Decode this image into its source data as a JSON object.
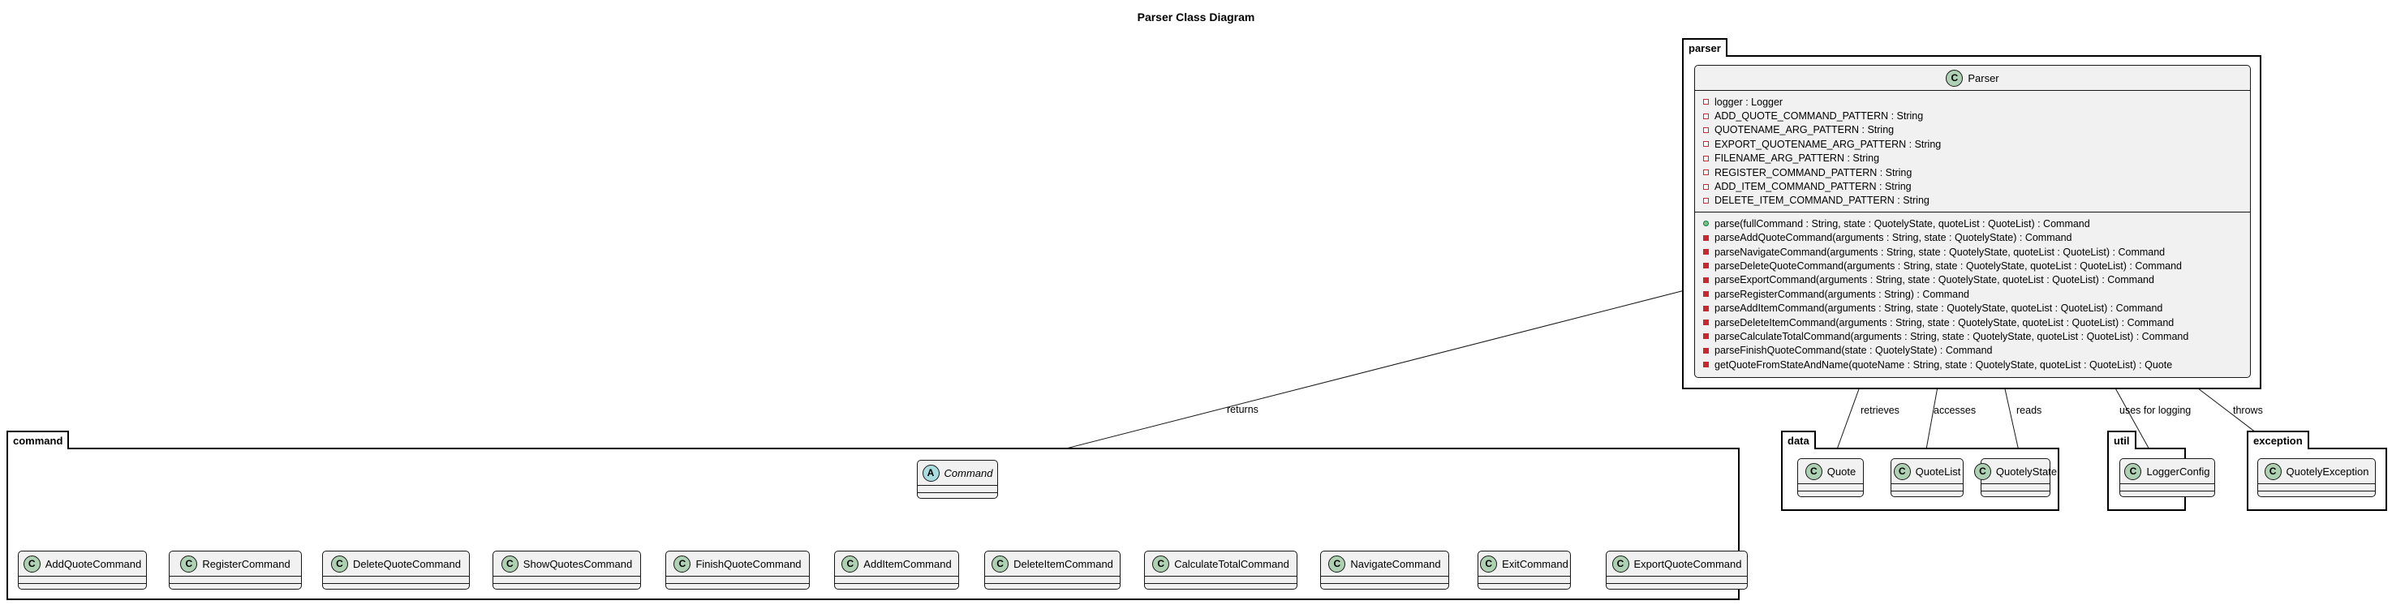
{
  "diagram": {
    "title": "Parser Class Diagram",
    "packages": {
      "parser": "parser",
      "command": "command",
      "data": "data",
      "util": "util",
      "exception": "exception"
    },
    "parser_class": {
      "name": "Parser",
      "stereotype_letter": "C",
      "fields": [
        "logger : Logger",
        "ADD_QUOTE_COMMAND_PATTERN : String",
        "QUOTENAME_ARG_PATTERN : String",
        "EXPORT_QUOTENAME_ARG_PATTERN : String",
        "FILENAME_ARG_PATTERN : String",
        "REGISTER_COMMAND_PATTERN : String",
        "ADD_ITEM_COMMAND_PATTERN : String",
        "DELETE_ITEM_COMMAND_PATTERN : String"
      ],
      "methods": [
        {
          "visibility": "public",
          "text": "parse(fullCommand : String, state : QuotelyState, quoteList : QuoteList) : Command"
        },
        {
          "visibility": "private",
          "text": "parseAddQuoteCommand(arguments : String, state : QuotelyState) : Command"
        },
        {
          "visibility": "private",
          "text": "parseNavigateCommand(arguments : String, state : QuotelyState, quoteList : QuoteList) : Command"
        },
        {
          "visibility": "private",
          "text": "parseDeleteQuoteCommand(arguments : String, state : QuotelyState, quoteList : QuoteList) : Command"
        },
        {
          "visibility": "private",
          "text": "parseExportCommand(arguments : String, state : QuotelyState, quoteList : QuoteList) : Command"
        },
        {
          "visibility": "private",
          "text": "parseRegisterCommand(arguments : String) : Command"
        },
        {
          "visibility": "private",
          "text": "parseAddItemCommand(arguments : String, state : QuotelyState, quoteList : QuoteList) : Command"
        },
        {
          "visibility": "private",
          "text": "parseDeleteItemCommand(arguments : String, state : QuotelyState, quoteList : QuoteList) : Command"
        },
        {
          "visibility": "private",
          "text": "parseCalculateTotalCommand(arguments : String, state : QuotelyState, quoteList : QuoteList) : Command"
        },
        {
          "visibility": "private",
          "text": "parseFinishQuoteCommand(state : QuotelyState) : Command"
        },
        {
          "visibility": "private",
          "text": "getQuoteFromStateAndName(quoteName : String, state : QuotelyState, quoteList : QuoteList) : Quote"
        }
      ]
    },
    "abstract_class": {
      "name": "Command",
      "stereotype_letter": "A"
    },
    "command_classes": [
      "AddQuoteCommand",
      "RegisterCommand",
      "DeleteQuoteCommand",
      "ShowQuotesCommand",
      "FinishQuoteCommand",
      "AddItemCommand",
      "DeleteItemCommand",
      "CalculateTotalCommand",
      "NavigateCommand",
      "ExitCommand",
      "ExportQuoteCommand"
    ],
    "data_classes": [
      "Quote",
      "QuoteList",
      "QuotelyState"
    ],
    "util_classes": [
      "LoggerConfig"
    ],
    "exception_classes": [
      "QuotelyException"
    ],
    "relationships": [
      {
        "from": "Parser",
        "to": "Command",
        "label": "returns"
      },
      {
        "from": "Parser",
        "to": "Quote",
        "label": "retrieves"
      },
      {
        "from": "Parser",
        "to": "QuoteList",
        "label": "accesses"
      },
      {
        "from": "Parser",
        "to": "QuotelyState",
        "label": "reads"
      },
      {
        "from": "Parser",
        "to": "LoggerConfig",
        "label": "uses for logging"
      },
      {
        "from": "Parser",
        "to": "QuotelyException",
        "label": "throws"
      }
    ],
    "colors": {
      "class_fill": "#f1f1f1",
      "class_badge": "#add1b2",
      "abstract_badge": "#a9dcdf",
      "private_marker": "#c82930",
      "public_marker": "#84be84"
    }
  }
}
